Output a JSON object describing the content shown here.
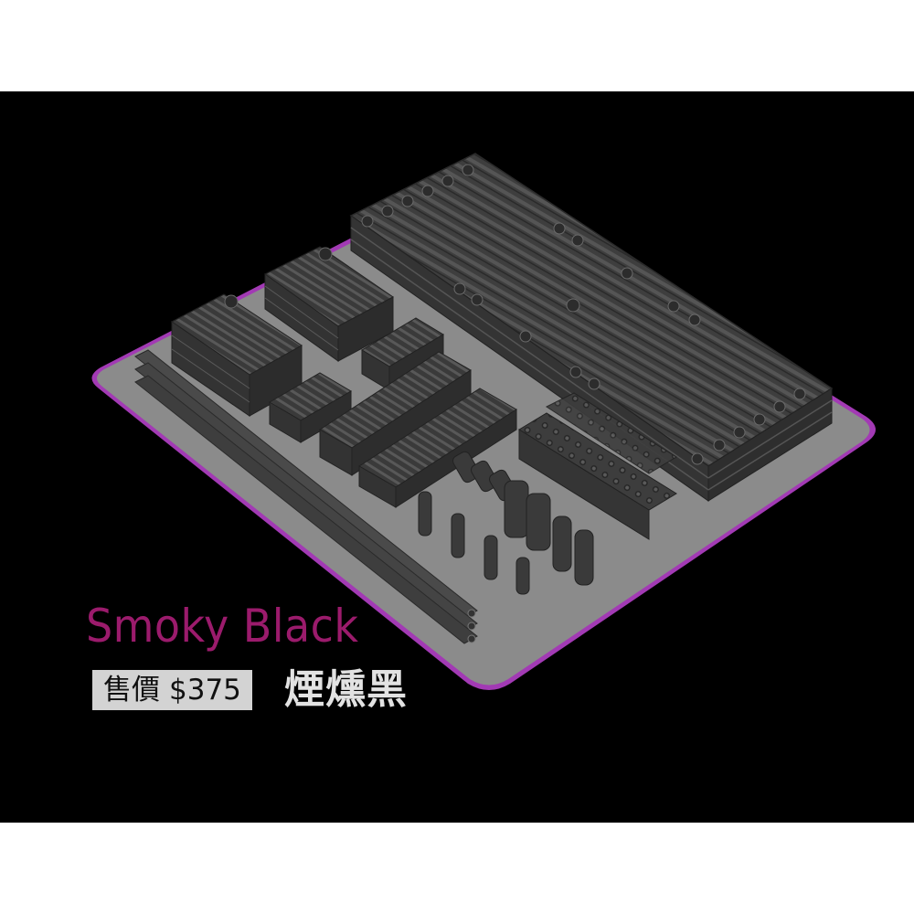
{
  "product": {
    "color_name_en": "Smoky Black",
    "price_label": "售價",
    "price_value": "$375",
    "color_name_zh": "煙燻黑"
  },
  "scene": {
    "description": "Isometric render of 3D-printed parts kit laid out on a build plate",
    "background": "#000000",
    "page_background": "#ffffff",
    "plate_fill": "#8a8a8a",
    "plate_edge": "#a23ab4",
    "part_fill": "#3c3c3c",
    "part_highlight": "#6a6a6a",
    "accent_title": "#9b1b6c",
    "badge_bg": "#d3d3d3",
    "zh_text": "#e2e2e2"
  }
}
